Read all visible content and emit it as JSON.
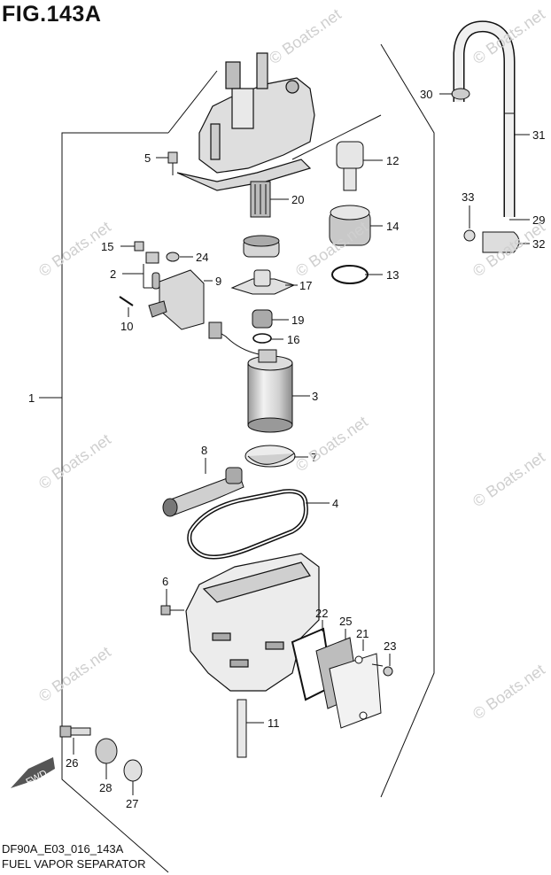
{
  "figure": {
    "title": "FIG.143A",
    "code": "DF90A_E03_016_143A",
    "caption": "FUEL VAPOR SEPARATOR"
  },
  "watermark": "© Boats.net",
  "fwd_label": "FWD",
  "part_numbers": [
    "1",
    "2",
    "3",
    "4",
    "5",
    "6",
    "7",
    "8",
    "9",
    "10",
    "11",
    "12",
    "13",
    "14",
    "15",
    "16",
    "17",
    "19",
    "20",
    "21",
    "22",
    "23",
    "24",
    "25",
    "26",
    "27",
    "28",
    "29",
    "30",
    "31",
    "32",
    "33"
  ],
  "colors": {
    "line": "#111111",
    "fill_light": "#e6e6e6",
    "fill_mid": "#bdbdbd",
    "watermark": "#cfcfcf"
  }
}
